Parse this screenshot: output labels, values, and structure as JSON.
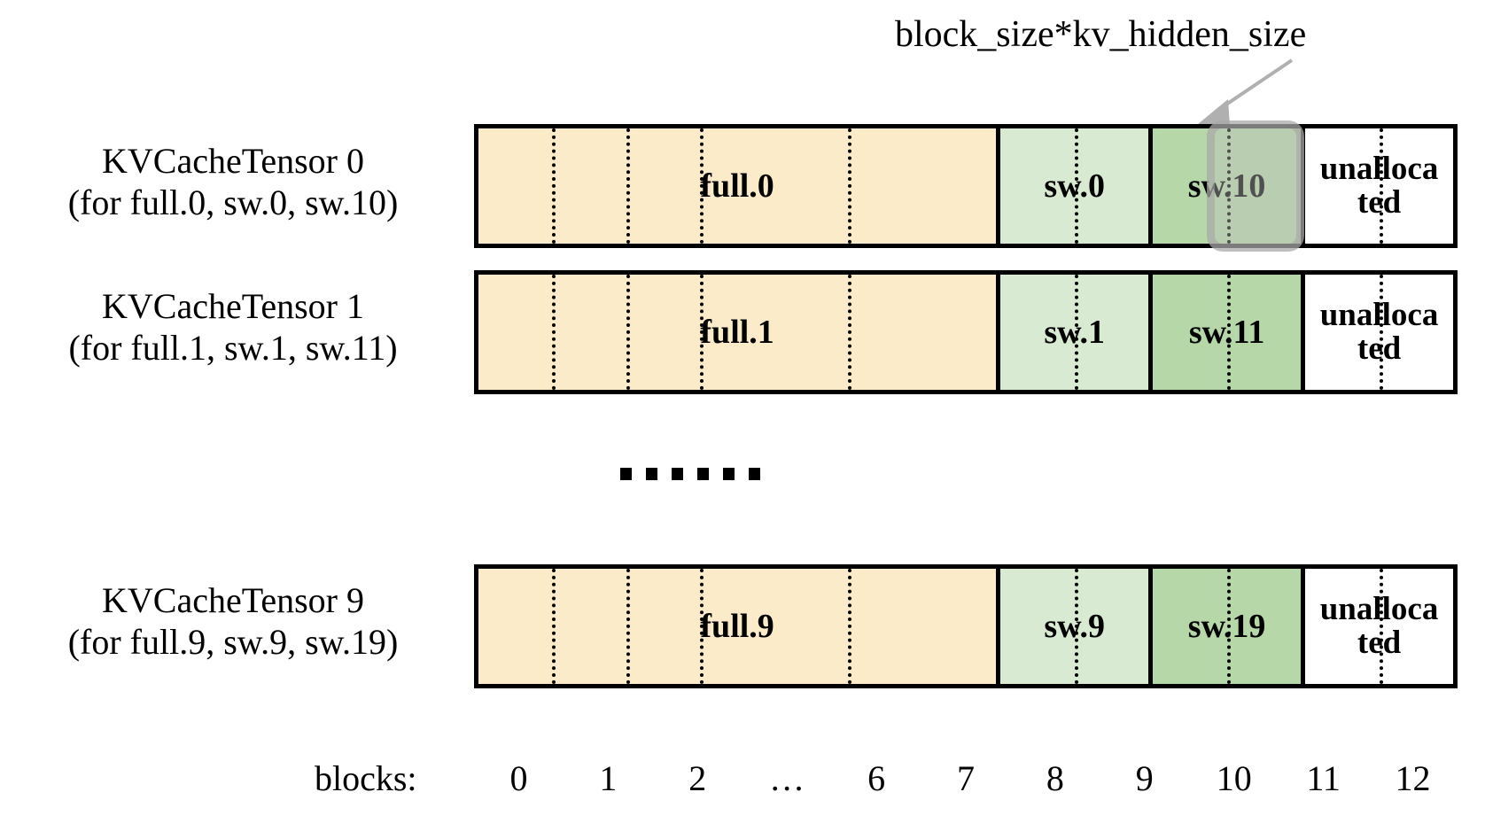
{
  "diagram": {
    "title_annotation": "block_size*kv_hidden_size",
    "colors": {
      "full_attention": "#fcebc8",
      "sliding_window_a": "#d9ead3",
      "sliding_window_b": "#b6d7a8",
      "unallocated": "#ffffff",
      "border": "#000000",
      "highlight": "#bebebe",
      "arrow": "#b0b0b0"
    },
    "rows": [
      {
        "label_line1": "KVCacheTensor 0",
        "label_line2": "(for full.0, sw.0, sw.10)",
        "segments": [
          {
            "text": "full.0",
            "kind": "full",
            "blocks": 7,
            "dividers": 4
          },
          {
            "text": "sw.0",
            "kind": "sw-a",
            "blocks": 2,
            "dividers": 1
          },
          {
            "text": "sw.10",
            "kind": "sw-b",
            "blocks": 2,
            "dividers": 1
          },
          {
            "text": "unalloca ted",
            "kind": "unalloc",
            "blocks": 2,
            "dividers": 1
          }
        ]
      },
      {
        "label_line1": "KVCacheTensor 1",
        "label_line2": "(for full.1, sw.1, sw.11)",
        "segments": [
          {
            "text": "full.1",
            "kind": "full",
            "blocks": 7,
            "dividers": 4
          },
          {
            "text": "sw.1",
            "kind": "sw-a",
            "blocks": 2,
            "dividers": 1
          },
          {
            "text": "sw.11",
            "kind": "sw-b",
            "blocks": 2,
            "dividers": 1
          },
          {
            "text": "unalloca ted",
            "kind": "unalloc",
            "blocks": 2,
            "dividers": 1
          }
        ]
      },
      {
        "label_line1": "KVCacheTensor 9",
        "label_line2": "(for full.9, sw.9, sw.19)",
        "segments": [
          {
            "text": "full.9",
            "kind": "full",
            "blocks": 7,
            "dividers": 4
          },
          {
            "text": "sw.9",
            "kind": "sw-a",
            "blocks": 2,
            "dividers": 1
          },
          {
            "text": "sw.19",
            "kind": "sw-b",
            "blocks": 2,
            "dividers": 1
          },
          {
            "text": "unalloca ted",
            "kind": "unalloc",
            "blocks": 2,
            "dividers": 1
          }
        ]
      }
    ],
    "row0": {
      "label_line1": "KVCacheTensor 0",
      "label_line2": "(for full.0, sw.0, sw.10)",
      "seg0": "full.0",
      "seg1": "sw.0",
      "seg2": "sw.10",
      "seg3_line1": "unalloca",
      "seg3_line2": "ted"
    },
    "row1": {
      "label_line1": "KVCacheTensor 1",
      "label_line2": "(for full.1, sw.1, sw.11)",
      "seg0": "full.1",
      "seg1": "sw.1",
      "seg2": "sw.11",
      "seg3_line1": "unalloca",
      "seg3_line2": "ted"
    },
    "row2": {
      "label_line1": "KVCacheTensor 9",
      "label_line2": "(for full.9, sw.9, sw.19)",
      "seg0": "full.9",
      "seg1": "sw.9",
      "seg2": "sw.19",
      "seg3_line1": "unalloca",
      "seg3_line2": "ted"
    },
    "vertical_ellipsis": "......",
    "axis": {
      "title": "blocks:",
      "ticks": [
        "0",
        "1",
        "2",
        "…",
        "6",
        "7",
        "8",
        "9",
        "10",
        "11",
        "12"
      ]
    }
  }
}
